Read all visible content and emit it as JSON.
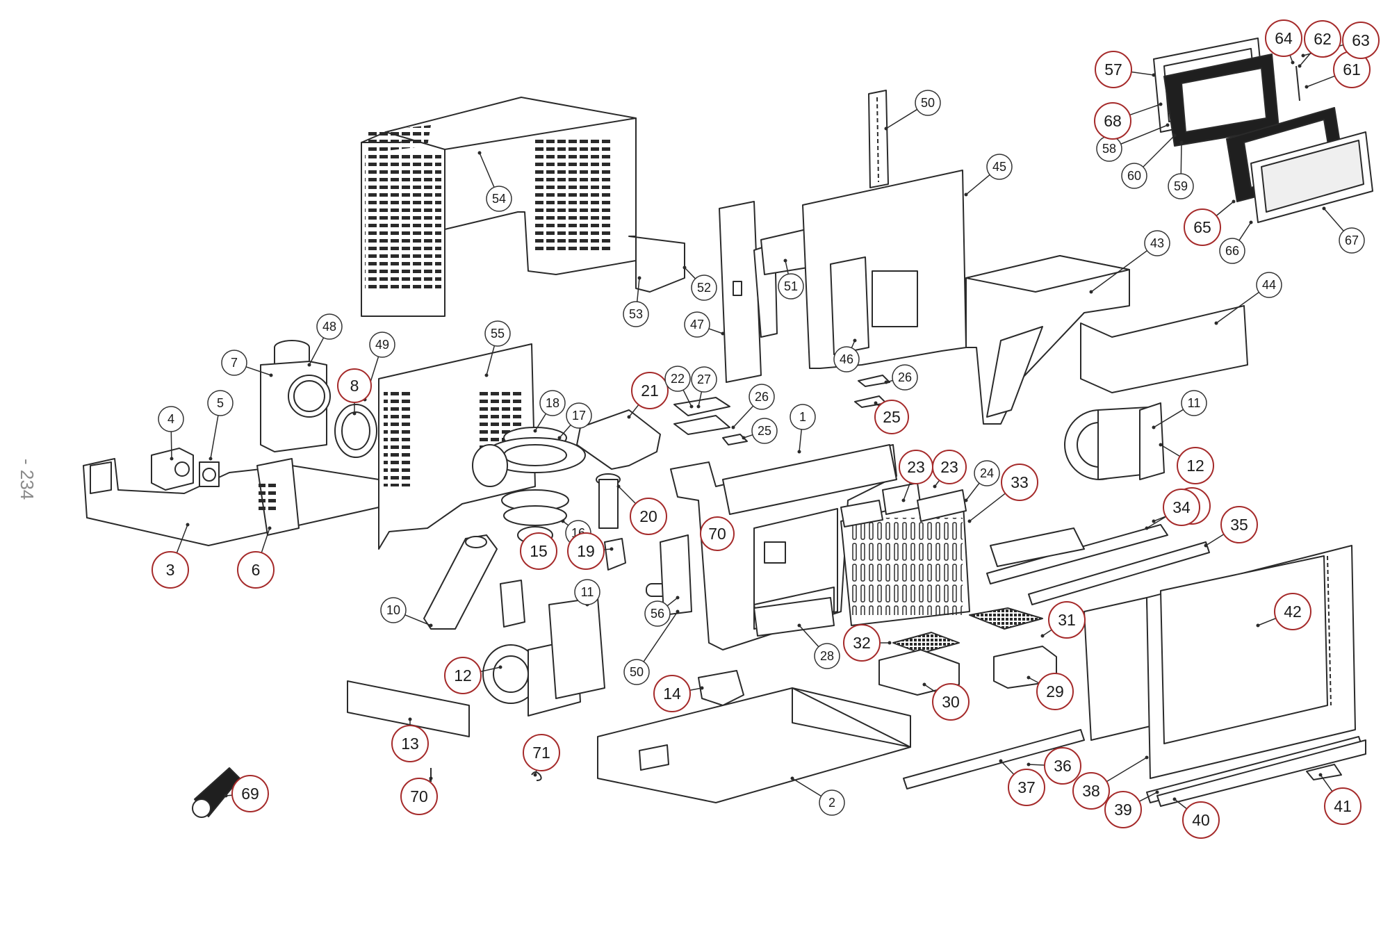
{
  "page_number": "- 234",
  "colors": {
    "line": "#2a2a2a",
    "callout_black": "#333333",
    "callout_red": "#a52a2a",
    "fill_grey": "#efefef",
    "fill_dark": "#1f1f1f"
  },
  "callouts": [
    {
      "label": "1",
      "style": "black"
    },
    {
      "label": "2",
      "style": "black"
    },
    {
      "label": "3",
      "style": "red"
    },
    {
      "label": "4",
      "style": "black"
    },
    {
      "label": "5",
      "style": "black"
    },
    {
      "label": "6",
      "style": "red"
    },
    {
      "label": "7",
      "style": "black"
    },
    {
      "label": "8",
      "style": "red"
    },
    {
      "label": "10",
      "style": "black"
    },
    {
      "label": "11",
      "style": "black"
    },
    {
      "label": "11",
      "style": "black"
    },
    {
      "label": "12",
      "style": "red"
    },
    {
      "label": "12",
      "style": "red"
    },
    {
      "label": "13",
      "style": "red"
    },
    {
      "label": "13",
      "style": "red"
    },
    {
      "label": "14",
      "style": "red"
    },
    {
      "label": "15",
      "style": "red"
    },
    {
      "label": "16",
      "style": "black"
    },
    {
      "label": "17",
      "style": "black"
    },
    {
      "label": "18",
      "style": "black"
    },
    {
      "label": "19",
      "style": "red"
    },
    {
      "label": "20",
      "style": "red"
    },
    {
      "label": "21",
      "style": "red"
    },
    {
      "label": "22",
      "style": "black"
    },
    {
      "label": "23",
      "style": "red"
    },
    {
      "label": "23",
      "style": "red"
    },
    {
      "label": "24",
      "style": "black"
    },
    {
      "label": "25",
      "style": "black"
    },
    {
      "label": "25",
      "style": "red"
    },
    {
      "label": "26",
      "style": "black"
    },
    {
      "label": "26",
      "style": "black"
    },
    {
      "label": "27",
      "style": "black"
    },
    {
      "label": "28",
      "style": "black"
    },
    {
      "label": "29",
      "style": "red"
    },
    {
      "label": "30",
      "style": "red"
    },
    {
      "label": "31",
      "style": "red"
    },
    {
      "label": "32",
      "style": "red"
    },
    {
      "label": "33",
      "style": "red"
    },
    {
      "label": "34",
      "style": "red"
    },
    {
      "label": "35",
      "style": "red"
    },
    {
      "label": "36",
      "style": "red"
    },
    {
      "label": "37",
      "style": "red"
    },
    {
      "label": "38",
      "style": "red"
    },
    {
      "label": "39",
      "style": "red"
    },
    {
      "label": "40",
      "style": "red"
    },
    {
      "label": "41",
      "style": "red"
    },
    {
      "label": "42",
      "style": "red"
    },
    {
      "label": "43",
      "style": "black"
    },
    {
      "label": "44",
      "style": "black"
    },
    {
      "label": "45",
      "style": "black"
    },
    {
      "label": "46",
      "style": "black"
    },
    {
      "label": "47",
      "style": "black"
    },
    {
      "label": "48",
      "style": "black"
    },
    {
      "label": "49",
      "style": "black"
    },
    {
      "label": "50",
      "style": "black"
    },
    {
      "label": "50",
      "style": "black"
    },
    {
      "label": "51",
      "style": "black"
    },
    {
      "label": "52",
      "style": "black"
    },
    {
      "label": "53",
      "style": "black"
    },
    {
      "label": "54",
      "style": "black"
    },
    {
      "label": "55",
      "style": "black"
    },
    {
      "label": "56",
      "style": "black"
    },
    {
      "label": "57",
      "style": "red"
    },
    {
      "label": "58",
      "style": "black"
    },
    {
      "label": "59",
      "style": "black"
    },
    {
      "label": "60",
      "style": "black"
    },
    {
      "label": "61",
      "style": "red"
    },
    {
      "label": "62",
      "style": "red"
    },
    {
      "label": "63",
      "style": "red"
    },
    {
      "label": "64",
      "style": "red"
    },
    {
      "label": "65",
      "style": "red"
    },
    {
      "label": "66",
      "style": "black"
    },
    {
      "label": "67",
      "style": "black"
    },
    {
      "label": "68",
      "style": "red"
    },
    {
      "label": "69",
      "style": "red"
    },
    {
      "label": "70",
      "style": "red"
    },
    {
      "label": "70",
      "style": "red"
    },
    {
      "label": "71",
      "style": "red"
    }
  ]
}
